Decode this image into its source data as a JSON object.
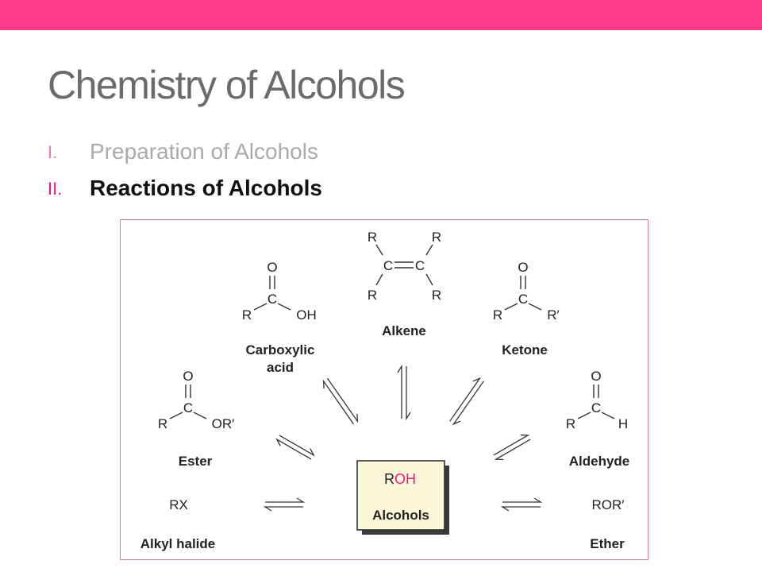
{
  "slide": {
    "title": "Chemistry of Alcohols",
    "outline": [
      {
        "number": "I.",
        "text": "Preparation of Alcohols",
        "state": "dimmed"
      },
      {
        "number": "II.",
        "text": "Reactions of Alcohols",
        "state": "active"
      }
    ]
  },
  "colors": {
    "accent": "#ff3d8b",
    "highlight": "#e6197e",
    "box_fill": "#fbf7d8"
  },
  "diagram": {
    "center": {
      "r": "R",
      "oh": "OH",
      "name": "Alcohols"
    },
    "alkene": {
      "r1": "R",
      "r2": "R",
      "r3": "R",
      "r4": "R",
      "c1": "C",
      "c2": "C",
      "name": "Alkene"
    },
    "carboxylic": {
      "o": "O",
      "c": "C",
      "r": "R",
      "oh": "OH",
      "name1": "Carboxylic",
      "name2": "acid"
    },
    "ketone": {
      "o": "O",
      "c": "C",
      "r": "R",
      "r2": "R′",
      "name": "Ketone"
    },
    "ester": {
      "o": "O",
      "c": "C",
      "r": "R",
      "or": "OR′",
      "name": "Ester"
    },
    "aldehyde": {
      "o": "O",
      "c": "C",
      "r": "R",
      "h": "H",
      "name": "Aldehyde"
    },
    "halide": {
      "formula": "RX",
      "name": "Alkyl halide"
    },
    "ether": {
      "formula": "ROR′",
      "name": "Ether"
    }
  }
}
